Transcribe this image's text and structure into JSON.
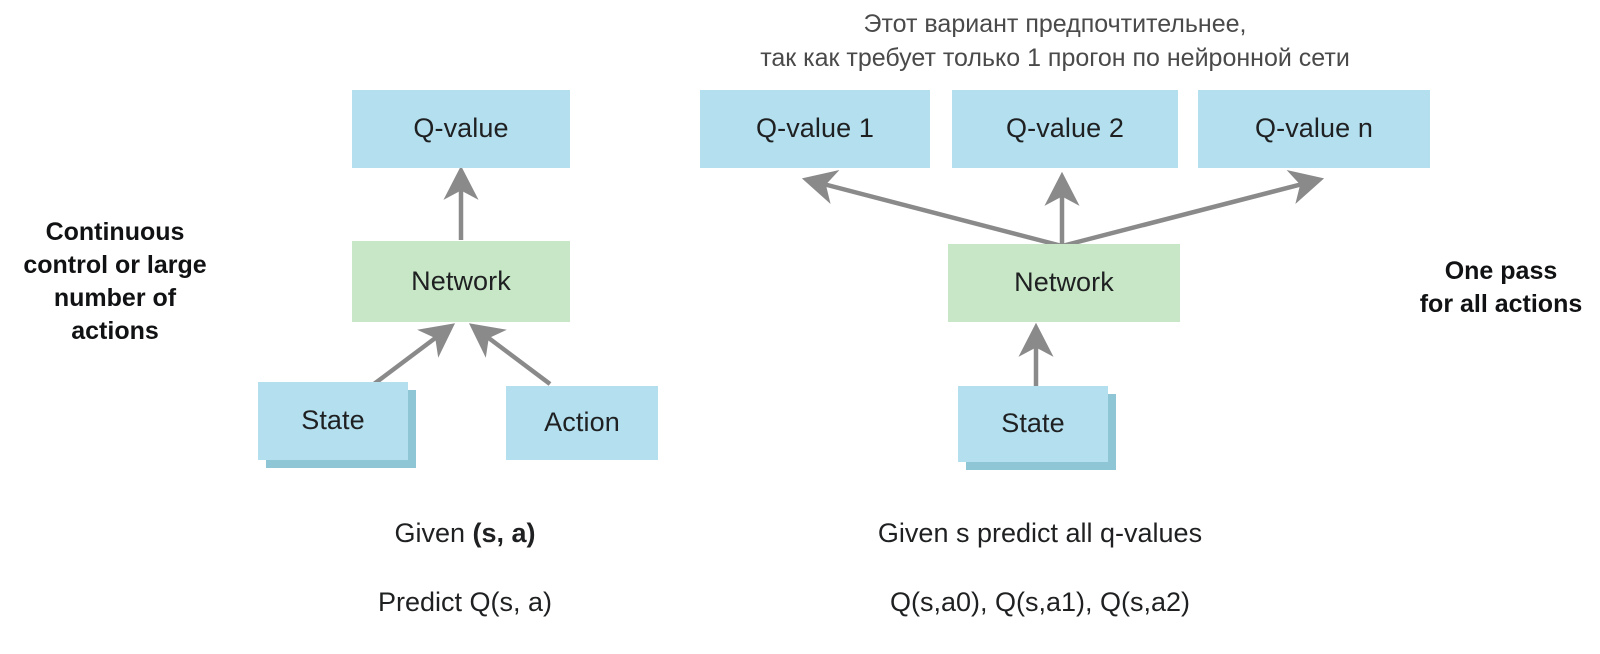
{
  "diagram": {
    "title_note": "Этот вариант предпочтительнее,\nтак как требует только 1 прогон по нейронной сети",
    "colors": {
      "box_blue": "#b3dfee",
      "box_green": "#c7e7c6",
      "stack_shadow": "#8fc6d6",
      "arrow": "#8a8a8a",
      "text": "#1f2021",
      "note_text": "#4a4a4a"
    },
    "left": {
      "side_label": "Continuous\ncontrol or large\nnumber of\nactions",
      "output_box": "Q-value",
      "network_box": "Network",
      "input_boxes": [
        "State",
        "Action"
      ],
      "caption_line1_plain": "Given ",
      "caption_line1_bold": "(s, a)",
      "caption_line2": "Predict Q(s, a)"
    },
    "right": {
      "side_label": "One pass\nfor all actions",
      "output_boxes": [
        "Q-value 1",
        "Q-value 2",
        "Q-value n"
      ],
      "network_box": "Network",
      "input_box": "State",
      "caption_line1": "Given s predict all q-values",
      "caption_line2": "Q(s,a0), Q(s,a1), Q(s,a2)"
    }
  }
}
